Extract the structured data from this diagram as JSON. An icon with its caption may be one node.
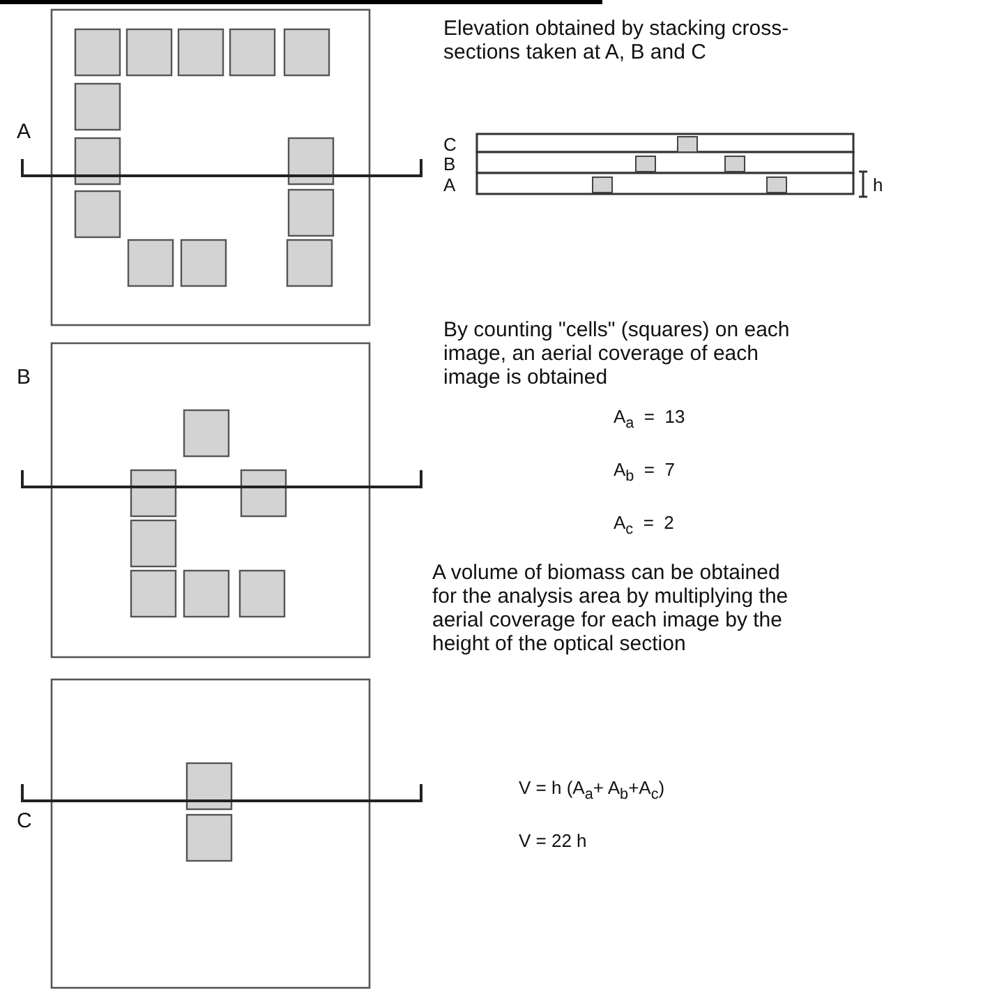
{
  "diagram": {
    "labels": [
      "Elevation obtained by stacking cross-sections taken at A, B and C",
      "A",
      "C",
      "B",
      "A",
      "h",
      "By counting \"cells\" (squares) on each image, an aerial coverage of each image is obtained",
      "B",
      "A$_{a}$  =  13",
      "A$_{b}$  =  7",
      "A$_{c}$  =  2",
      "A volume of biomass can be obtained for the analysis area by multiplying the aerial coverage for each image by the height of the optical section",
      "C",
      "V = h (A$_{a}$+ A$_{b}$+A$_{c}$)",
      "V = 22 h"
    ]
  }
}
